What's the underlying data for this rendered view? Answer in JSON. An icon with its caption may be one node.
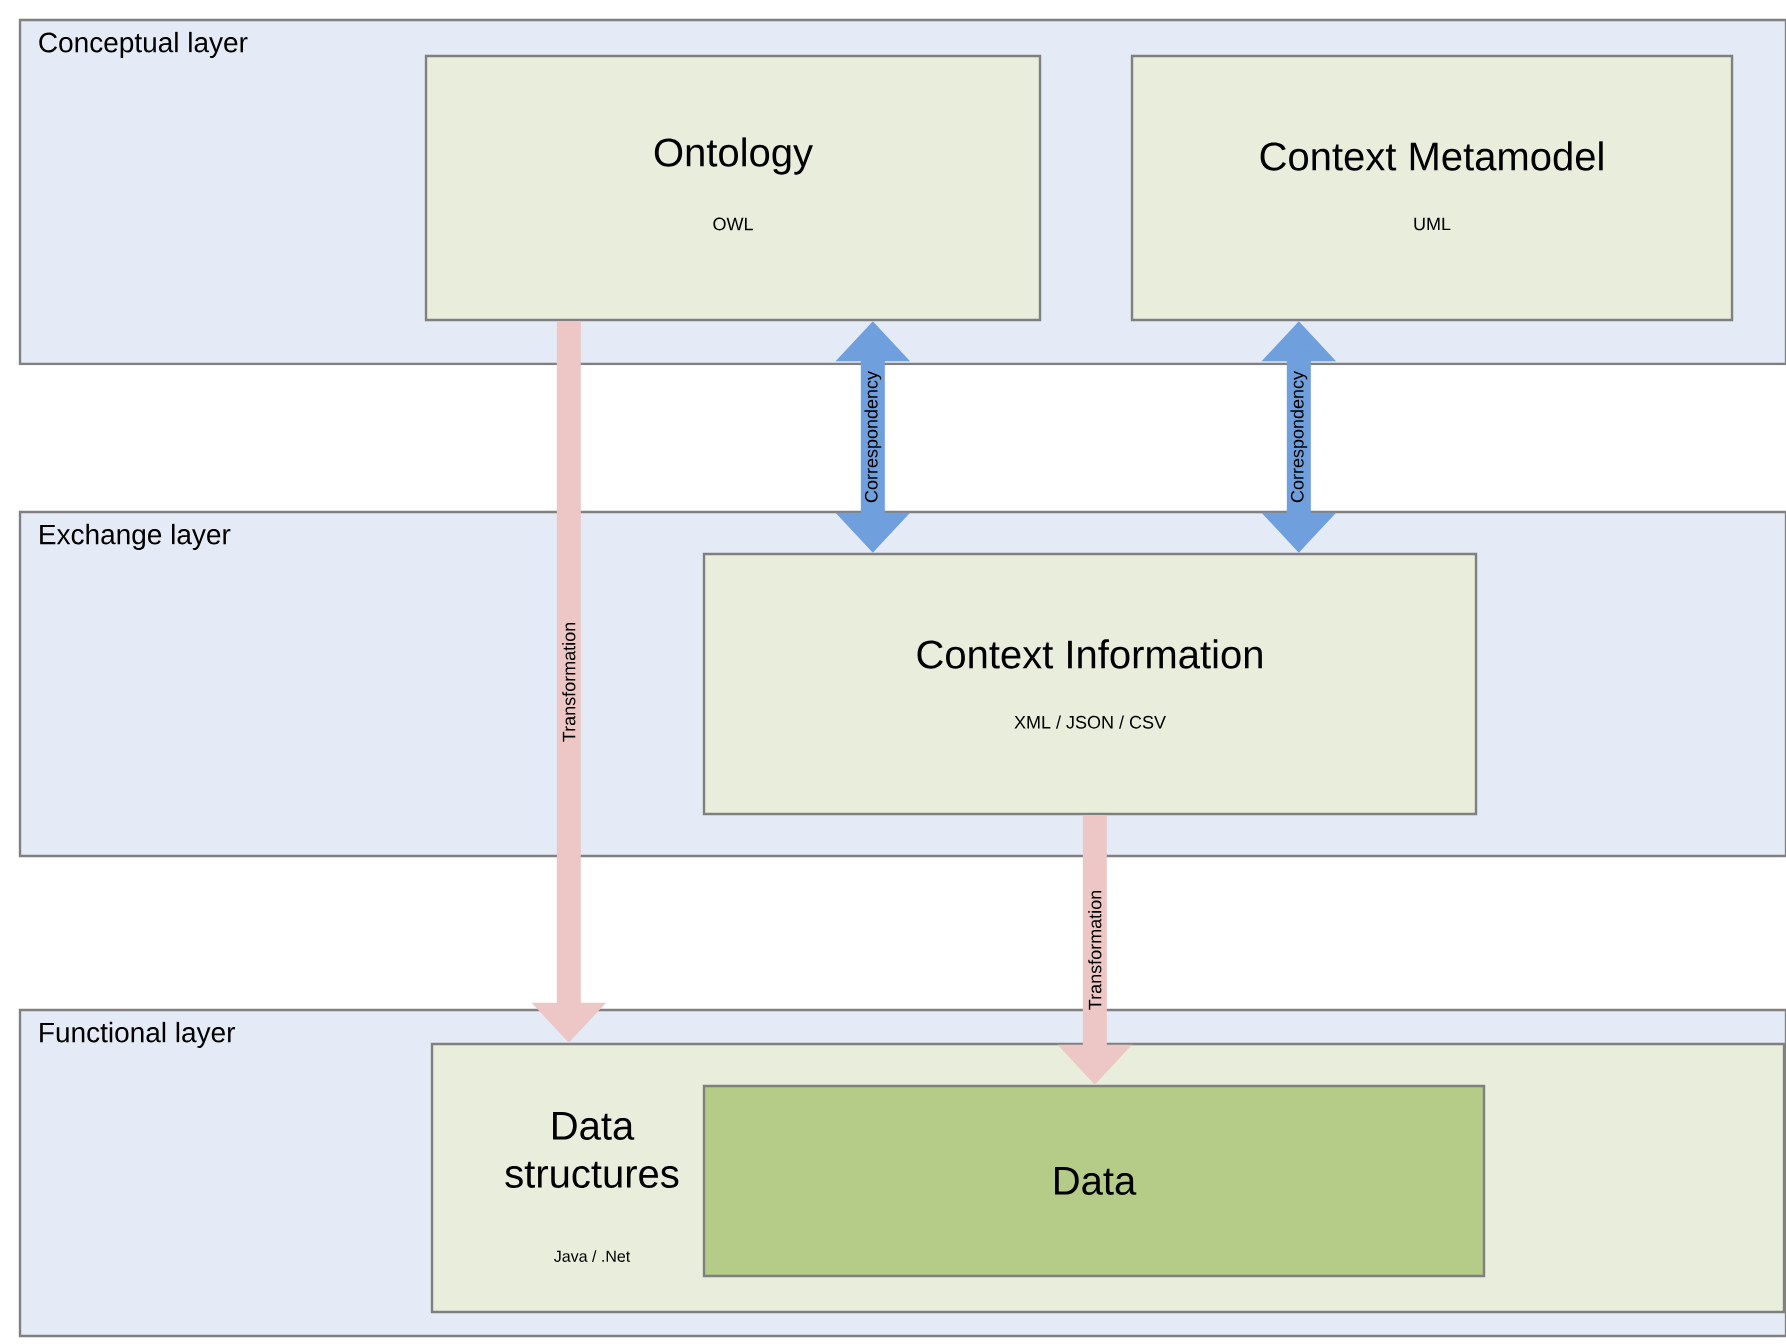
{
  "diagram": {
    "nodes": [
      {
        "text": [
          "Conceptual layer"
        ]
      },
      {
        "text": [
          "Ontology",
          "OWL"
        ],
        "in": 0
      },
      {
        "text": [
          "Context Metamodel",
          "UML"
        ],
        "in": 0
      },
      {
        "text": [
          "Exchange layer"
        ]
      },
      {
        "text": [
          "Context Information",
          "XML / JSON / CSV"
        ],
        "in": 3
      },
      {
        "text": [
          "Functional layer"
        ]
      },
      {
        "text": [
          "Data structures",
          "Java / .Net"
        ],
        "in": 5
      },
      {
        "text": [
          "Data"
        ],
        "in": 6
      }
    ],
    "edges": [
      {
        "from": 1,
        "to": 6,
        "arrow": "to",
        "label": "Transformation",
        "color": "#ecc7c5"
      },
      {
        "from": 1,
        "to": 4,
        "arrow": "both",
        "label": "Correspondency",
        "color": "#6f9fdc"
      },
      {
        "from": 2,
        "to": 4,
        "arrow": "both",
        "label": "Correspondency",
        "color": "#6f9fdc"
      },
      {
        "from": 4,
        "to": 7,
        "arrow": "to",
        "label": "Transformation",
        "color": "#ecc7c5"
      }
    ]
  }
}
